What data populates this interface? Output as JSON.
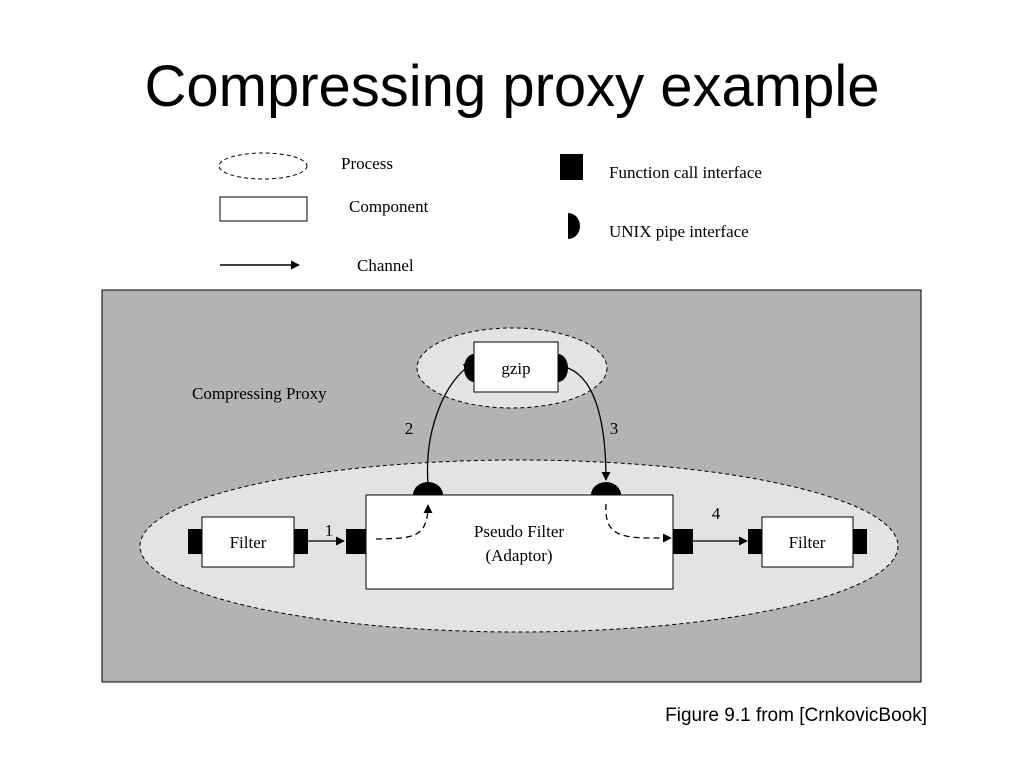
{
  "slide": {
    "title": "Compressing proxy example",
    "caption": "Figure 9.1 from [CrnkovicBook]"
  },
  "legend": {
    "process": "Process",
    "component": "Component",
    "channel": "Channel",
    "function_call": "Function call interface",
    "unix_pipe": "UNIX pipe interface"
  },
  "diagram": {
    "system_label": "Compressing Proxy",
    "gzip": "gzip",
    "left_filter": "Filter",
    "right_filter": "Filter",
    "pseudo_filter_line1": "Pseudo Filter",
    "pseudo_filter_line2": "(Adaptor)",
    "channel_labels": [
      "1",
      "2",
      "3",
      "4"
    ]
  },
  "colors": {
    "background_panel": "#b3b3b3",
    "process_fill": "#e3e3e3",
    "ink": "#000000",
    "component_fill": "#ffffff"
  }
}
